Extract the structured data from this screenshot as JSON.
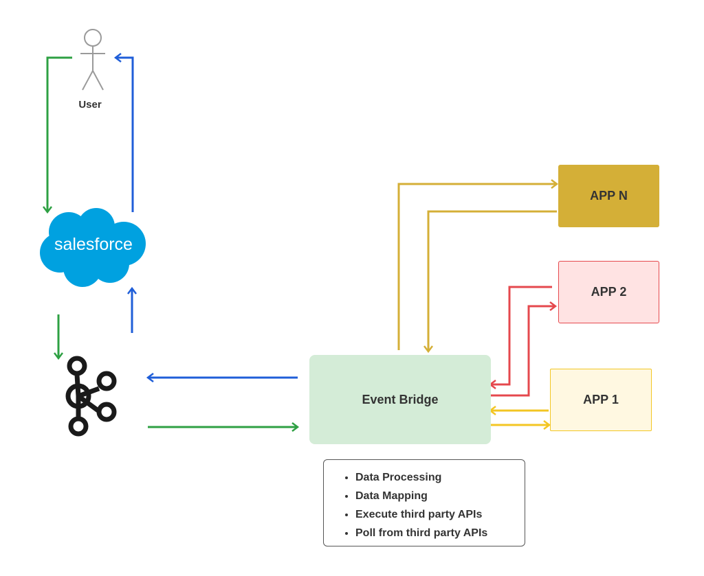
{
  "user": {
    "label": "User"
  },
  "salesforce": {
    "logo_text": "salesforce",
    "color": "#00a1e0"
  },
  "kafka": {
    "icon": "kafka-icon",
    "color": "#1a1a1a"
  },
  "event_bridge": {
    "label": "Event Bridge",
    "fill": "#d4ecd7"
  },
  "apps": {
    "app_n": {
      "label": "APP N",
      "color": "#d4af37"
    },
    "app_2": {
      "label": "APP 2",
      "color": "#e5484d"
    },
    "app_1": {
      "label": "APP 1",
      "color": "#f3c623"
    }
  },
  "features": [
    "Data Processing",
    "Data Mapping",
    "Execute third party APIs",
    "Poll from third party APIs"
  ],
  "arrow_colors": {
    "request": "#2ea043",
    "response": "#1f5ed8",
    "app_n": "#d4af37",
    "app_2": "#e5484d",
    "app_1": "#f3c623"
  }
}
